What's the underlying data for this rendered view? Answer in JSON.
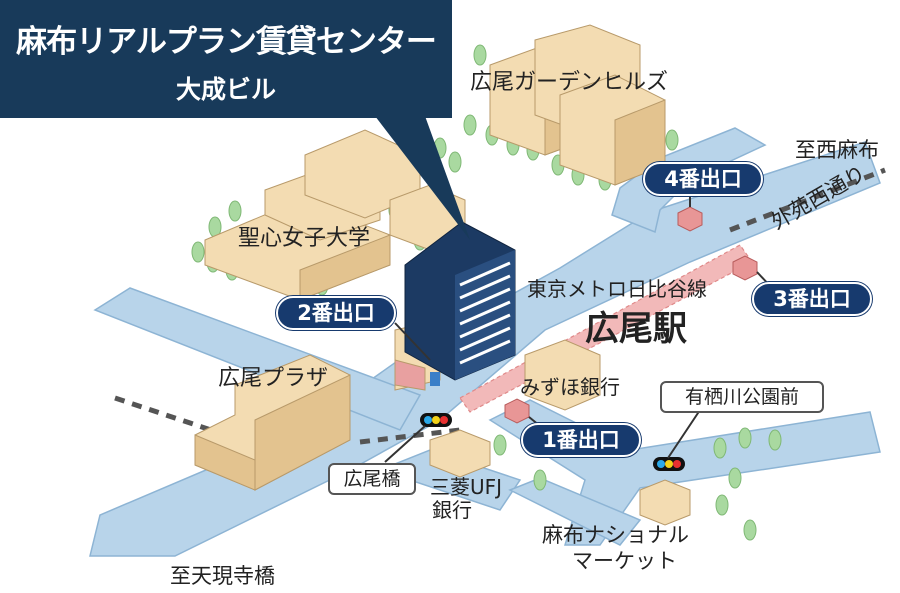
{
  "title": {
    "main": "麻布リアルプラン賃貸センター",
    "sub": "大成ビル"
  },
  "labels": {
    "hiroo_garden_hills": "広尾ガーデンヒルズ",
    "seishin_university": "聖心女子大学",
    "hiroo_plaza": "広尾プラザ",
    "tokyo_metro_hibiya": "東京メトロ日比谷線",
    "hiroo_station": "広尾駅",
    "mizuho_bank": "みずほ銀行",
    "mufj_bank_line1": "三菱UFJ",
    "mufj_bank_line2": "銀行",
    "azabu_national_line1": "麻布ナショナル",
    "azabu_national_line2": "マーケット",
    "to_nishiazabu": "至西麻布",
    "gaien_nishi_dori": "外苑西通り",
    "to_tengenji": "至天現寺橋"
  },
  "exits": {
    "exit1": "1番出口",
    "exit2": "2番出口",
    "exit3": "3番出口",
    "exit4": "4番出口"
  },
  "boxed_labels": {
    "hiroo_bridge": "広尾橋",
    "arisugawa_park_front": "有栖川公園前"
  },
  "colors": {
    "navy": "#183a5a",
    "exit_badge": "#173a6e",
    "road": "#b8d4ea",
    "road_edge": "#8db4d4",
    "building": "#f3dcb2",
    "building_side": "#e3c38f",
    "tree": "#a9d9a0",
    "subway_line": "#f2b9b9",
    "exit_marker": "#e89696"
  }
}
